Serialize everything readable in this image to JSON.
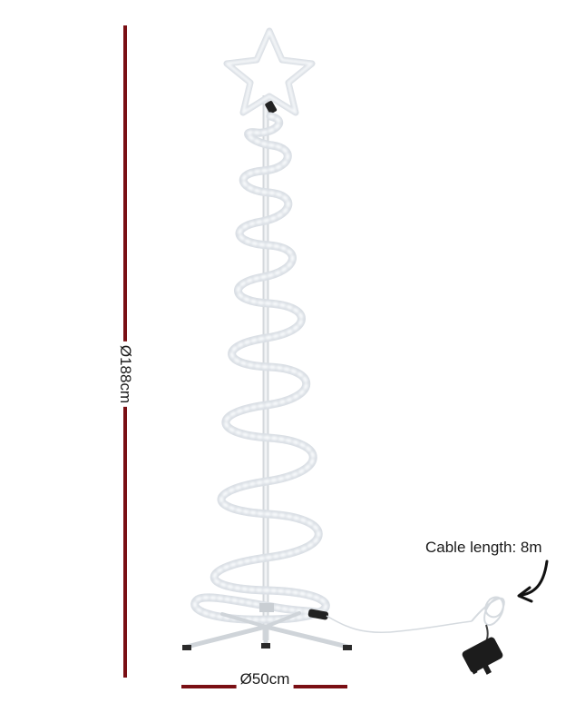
{
  "image": {
    "subject": "spiral-christmas-tree-light",
    "background_color": "#ffffff",
    "dimension_color": "#7a0f14"
  },
  "dimensions": {
    "height_label": "Ø188cm",
    "width_label": "Ø50cm"
  },
  "annotation": {
    "cable_label": "Cable length: 8m"
  }
}
